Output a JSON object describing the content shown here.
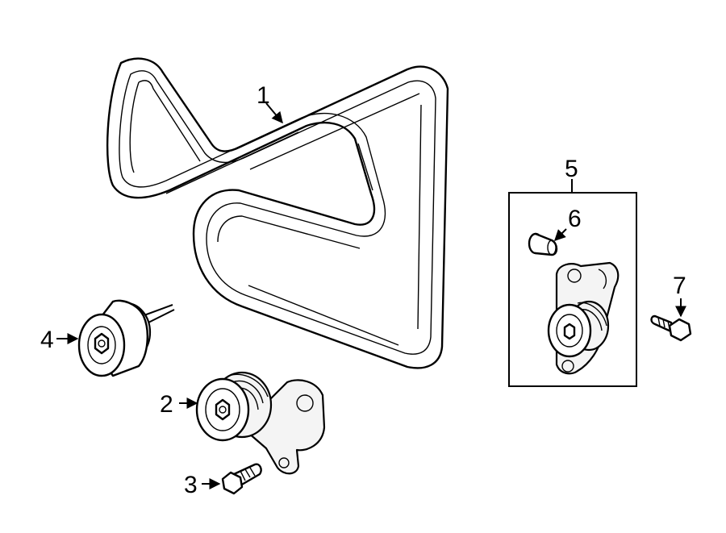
{
  "callouts": [
    {
      "id": "1",
      "label": "1",
      "part": "serpentine-belt"
    },
    {
      "id": "2",
      "label": "2",
      "part": "belt-tensioner"
    },
    {
      "id": "3",
      "label": "3",
      "part": "tensioner-bolt"
    },
    {
      "id": "4",
      "label": "4",
      "part": "idler-pulley"
    },
    {
      "id": "5",
      "label": "5",
      "part": "tensioner-assembly-kit"
    },
    {
      "id": "6",
      "label": "6",
      "part": "bushing"
    },
    {
      "id": "7",
      "label": "7",
      "part": "bolt"
    }
  ],
  "colors": {
    "line": "#000000",
    "background": "#ffffff"
  }
}
